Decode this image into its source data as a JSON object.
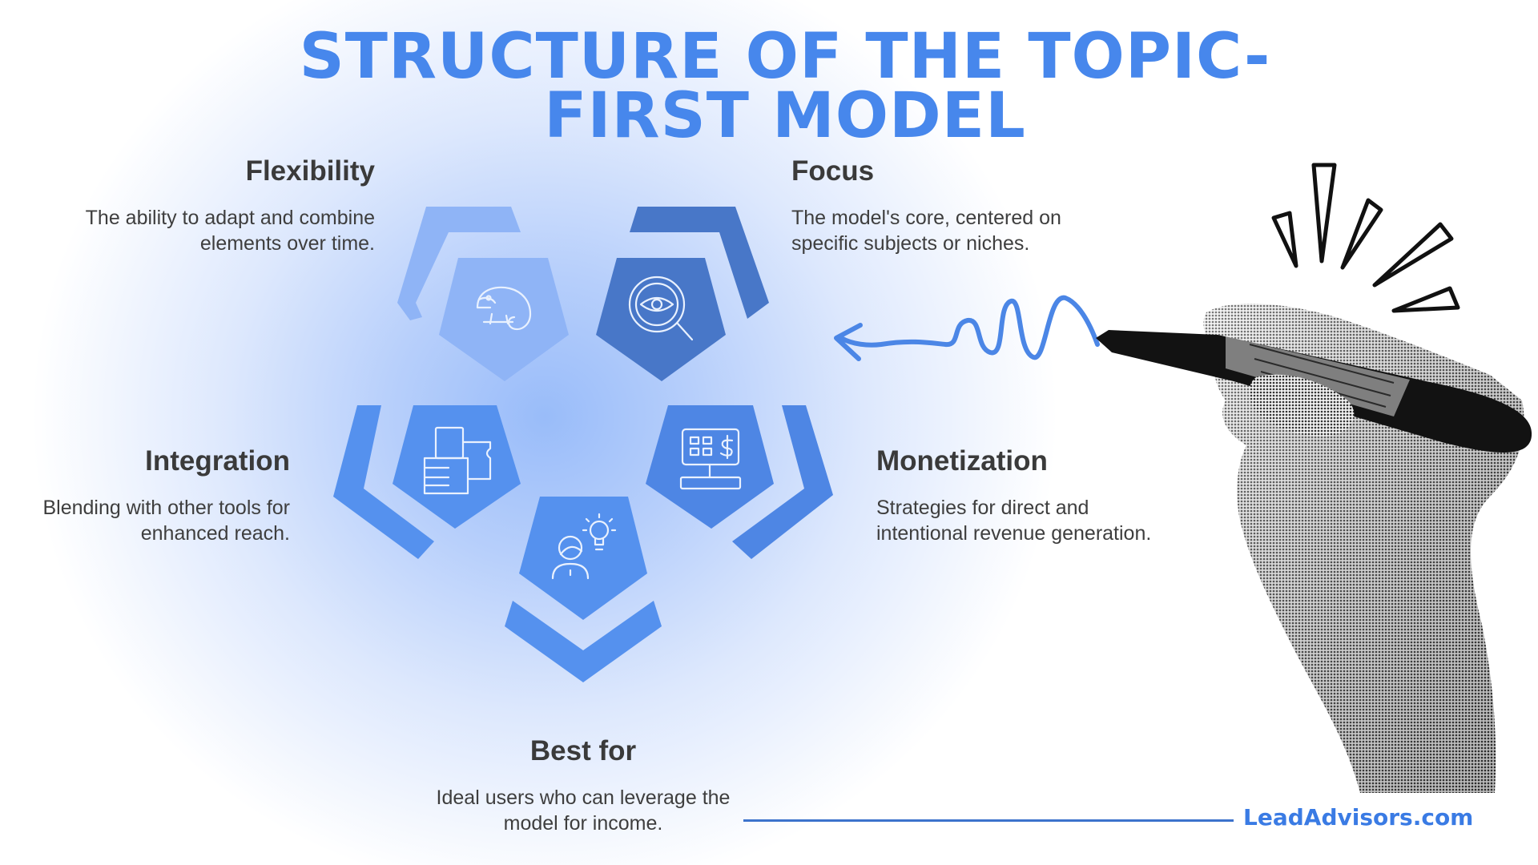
{
  "title": "STRUCTURE OF THE TOPIC-FIRST MODEL",
  "colors": {
    "title": "#4787ec",
    "light_blue": "#8fb4f6",
    "mid_blue": "#5591ee",
    "dark_blue": "#4877c8",
    "brand": "#3a7be4"
  },
  "segments": [
    {
      "id": "flexibility",
      "heading": "Flexibility",
      "description": "The ability to adapt and combine elements over time.",
      "icon": "chameleon-icon"
    },
    {
      "id": "focus",
      "heading": "Focus",
      "description": "The model's core, centered on specific subjects or niches.",
      "icon": "magnifier-eye-icon"
    },
    {
      "id": "monetization",
      "heading": "Monetization",
      "description": "Strategies for direct and intentional revenue generation.",
      "icon": "cash-register-icon"
    },
    {
      "id": "best_for",
      "heading": "Best for",
      "description": "Ideal users who can leverage the model for income.",
      "icon": "person-lightbulb-icon"
    },
    {
      "id": "integration",
      "heading": "Integration",
      "description": "Blending with other tools for enhanced reach.",
      "icon": "puzzle-pieces-icon"
    }
  ],
  "decorations": {
    "hand": "hand-holding-marker-icon",
    "burst": "burst-lines-icon",
    "squiggle": "squiggle-arrow-icon"
  },
  "brand": "LeadAdvisors.com"
}
